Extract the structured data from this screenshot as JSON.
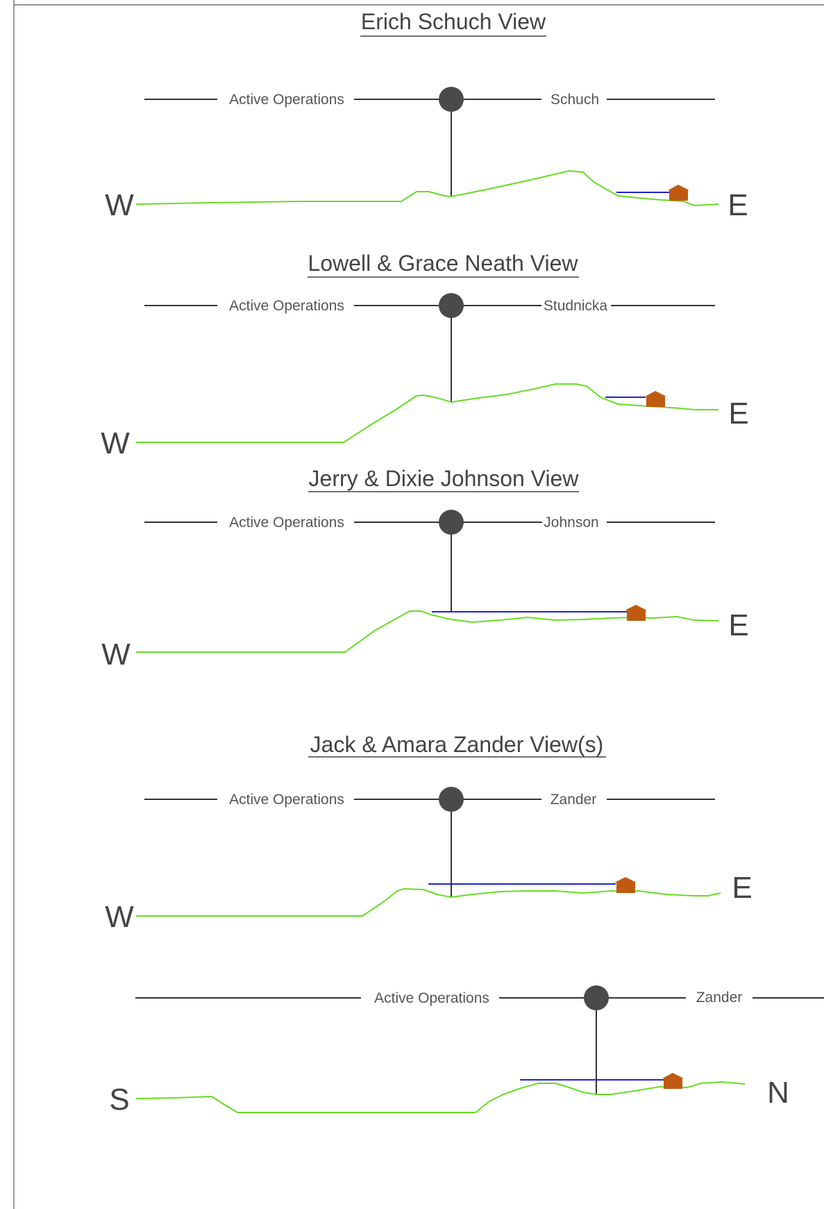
{
  "colors": {
    "border": "#555555",
    "line": "#333333",
    "title": "#444444",
    "label": "#555555",
    "node": "#4a4a4a",
    "terrain": "#66dd22",
    "sightline": "#2222cc",
    "house": "#c05a10"
  },
  "panels": [
    {
      "title": "Erich Schuch View",
      "left_label": "Active Operations",
      "right_label": "Schuch",
      "west": "W",
      "east": "E"
    },
    {
      "title": "Lowell & Grace Neath View",
      "left_label": "Active Operations",
      "right_label": "Studnicka",
      "west": "W",
      "east": "E"
    },
    {
      "title": "Jerry & Dixie Johnson View",
      "left_label": "Active Operations",
      "right_label": "Johnson",
      "west": "W",
      "east": "E"
    },
    {
      "title": "Jack & Amara Zander View(s)",
      "left_label": "Active Operations",
      "right_label": "Zander",
      "west": "W",
      "east": "E"
    },
    {
      "title": "",
      "left_label": "Active Operations",
      "right_label": "Zander",
      "west": "S",
      "east": "N"
    }
  ]
}
